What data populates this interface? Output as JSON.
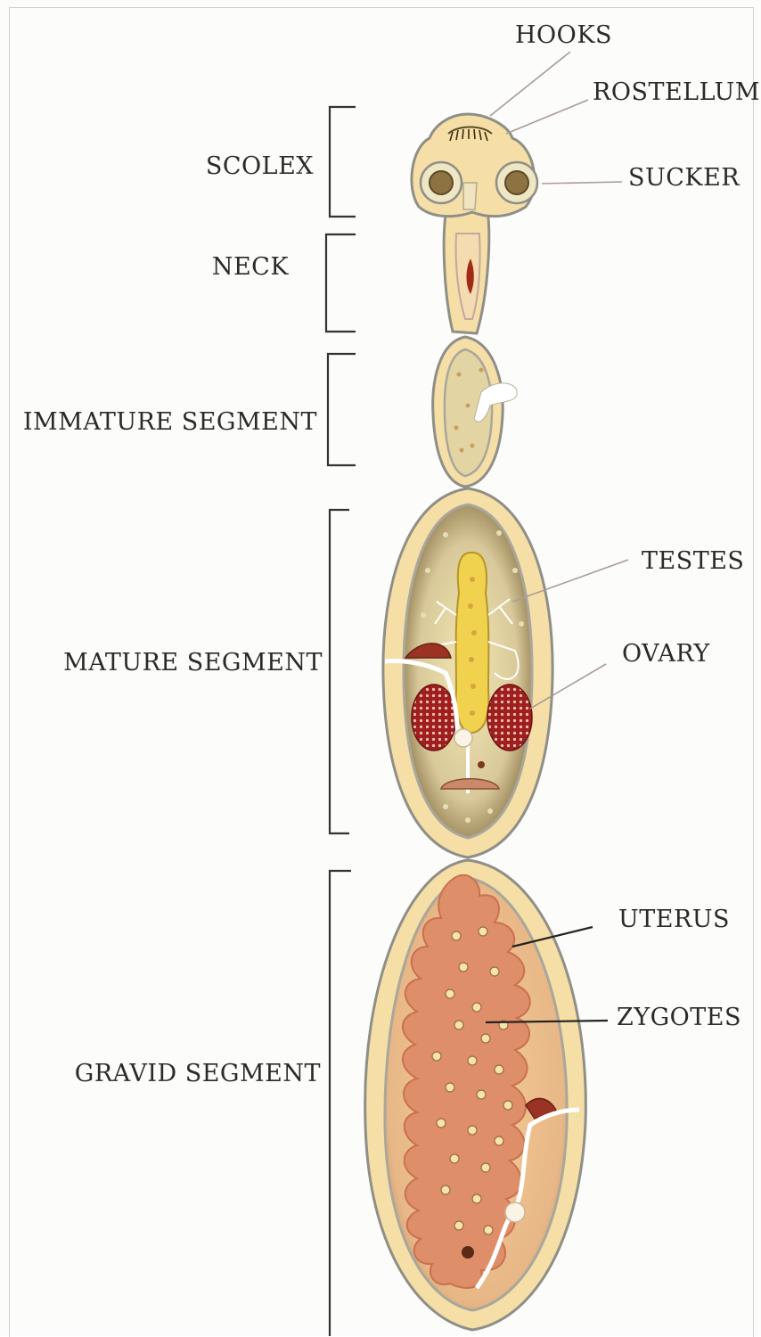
{
  "diagram": {
    "left_labels": {
      "scolex": "SCOLEX",
      "neck": "NECK",
      "immature": "IMMATURE SEGMENT",
      "mature": "MATURE SEGMENT",
      "gravid": "GRAVID SEGMENT"
    },
    "right_labels": {
      "hooks": "HOOKS",
      "rostellum": "ROSTELLUM",
      "sucker": "SUCKER",
      "testes": "TESTES",
      "ovary": "OVARY",
      "uterus": "UTERUS",
      "zygotes": "ZYGOTES"
    },
    "colors": {
      "body": "#f6dfa6",
      "outline": "#8f8f88",
      "inner": "#d7cfa9",
      "uterus": "#df8e6a",
      "ovary": "#9f1f1f",
      "testes": "#f0d24e"
    }
  }
}
